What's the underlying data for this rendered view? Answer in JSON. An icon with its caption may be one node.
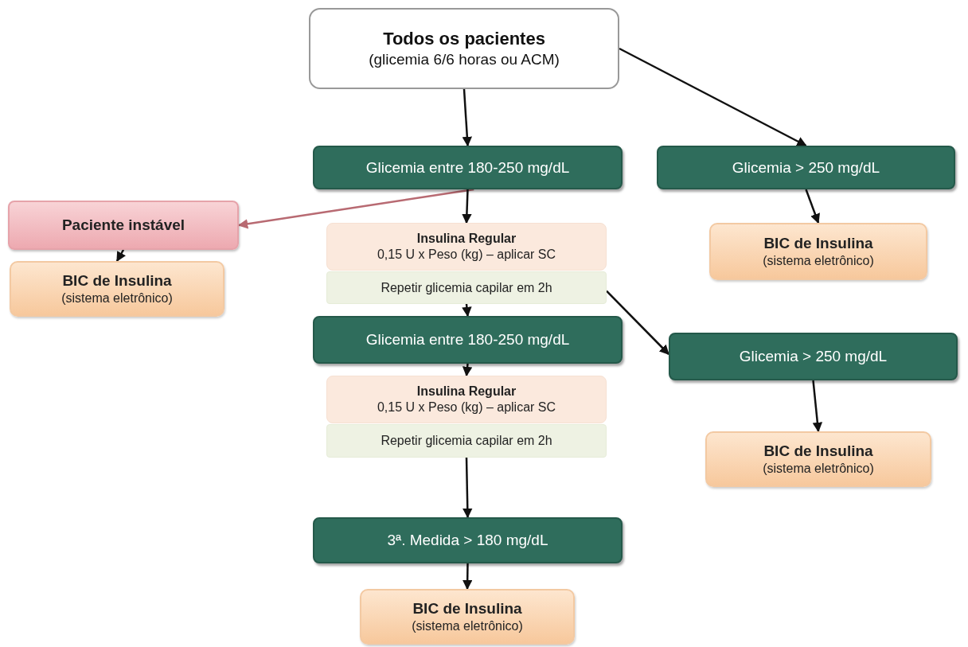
{
  "diagram": {
    "nodes": [
      {
        "text": [
          "Todos os pacientes",
          "(glicemia 6/6 horas ou ACM)"
        ]
      },
      {
        "text": [
          "Glicemia entre 180-250 mg/dL"
        ]
      },
      {
        "text": [
          "Glicemia > 250 mg/dL"
        ]
      },
      {
        "text": [
          "Paciente instável"
        ]
      },
      {
        "text": [
          "BIC de Insulina",
          "(sistema eletrônico)"
        ]
      },
      {
        "text": [
          "Insulina Regular",
          "0,15 U x Peso (kg) – aplicar SC"
        ]
      },
      {
        "text": [
          "Repetir glicemia capilar em 2h"
        ]
      },
      {
        "text": [
          "BIC de Insulina",
          "(sistema eletrônico)"
        ]
      },
      {
        "text": [
          "Glicemia entre 180-250 mg/dL"
        ]
      },
      {
        "text": [
          "Glicemia > 250 mg/dL"
        ]
      },
      {
        "text": [
          "Insulina Regular",
          "0,15 U x Peso (kg) – aplicar SC"
        ]
      },
      {
        "text": [
          "Repetir glicemia capilar em 2h"
        ]
      },
      {
        "text": [
          "BIC de Insulina",
          "(sistema eletrônico)"
        ]
      },
      {
        "text": [
          "3ª. Medida > 180 mg/dL"
        ]
      },
      {
        "text": [
          "BIC de Insulina",
          "(sistema eletrônico)"
        ]
      }
    ],
    "edges": [
      {
        "from": 0,
        "to": 1,
        "arrow": "to"
      },
      {
        "from": 0,
        "to": 2,
        "arrow": "to"
      },
      {
        "from": 1,
        "to": 3,
        "arrow": "to",
        "color": "#b86a72"
      },
      {
        "from": 1,
        "to": 5,
        "arrow": "to"
      },
      {
        "from": 2,
        "to": 7,
        "arrow": "to"
      },
      {
        "from": 3,
        "to": 4,
        "arrow": "to"
      },
      {
        "from": 6,
        "to": 8,
        "arrow": "to"
      },
      {
        "from": 6,
        "to": 9,
        "arrow": "to"
      },
      {
        "from": 9,
        "to": 12,
        "arrow": "to"
      },
      {
        "from": 8,
        "to": 10,
        "arrow": "to"
      },
      {
        "from": 11,
        "to": 13,
        "arrow": "to"
      },
      {
        "from": 13,
        "to": 14,
        "arrow": "to"
      }
    ]
  }
}
